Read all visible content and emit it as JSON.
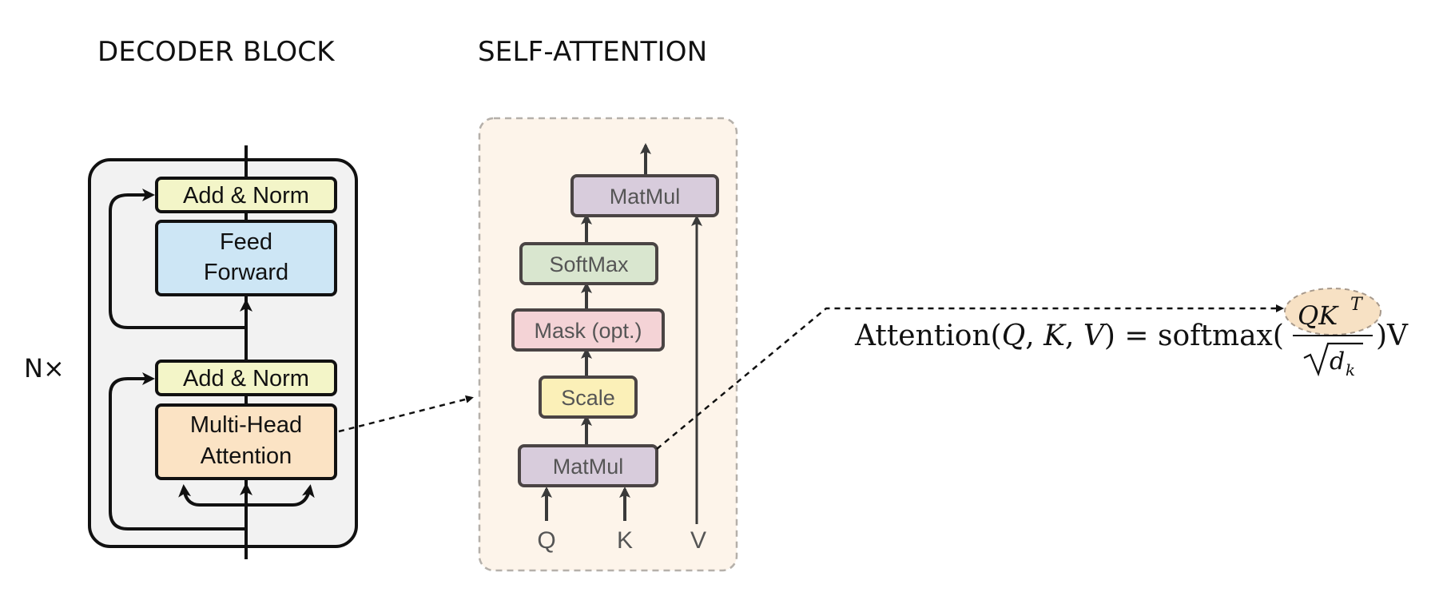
{
  "titles": {
    "decoder": "DECODER BLOCK",
    "self_attention": "SELF-ATTENTION"
  },
  "decoder": {
    "repeat_label": "N×",
    "add_norm_top": "Add & Norm",
    "feed_forward_line1": "Feed",
    "feed_forward_line2": "Forward",
    "add_norm_bottom": "Add & Norm",
    "mha_line1": "Multi-Head",
    "mha_line2": "Attention"
  },
  "self_attention": {
    "matmul_top": "MatMul",
    "softmax": "SoftMax",
    "mask": "Mask (opt.)",
    "scale": "Scale",
    "matmul_bottom": "MatMul",
    "input_q": "Q",
    "input_k": "K",
    "input_v": "V"
  },
  "formula": {
    "lhs": "Attention",
    "open_paren": "(",
    "q": "Q",
    "comma1": ", ",
    "k": "K",
    "comma2": ", ",
    "v": "V",
    "close_paren": ")",
    "equals": " = ",
    "softmax": "softmax",
    "numerator_q": "Q",
    "numerator_k": "K",
    "superscript_t": "T",
    "denominator_d": "d",
    "denominator_k": "k",
    "tail": ")V"
  },
  "colors": {
    "add_norm": "#f3f5c8",
    "feed_forward": "#cde6f5",
    "multi_head": "#fbe3c4",
    "decoder_bg": "#f2f2f2",
    "sa_bg": "#fdf4ea",
    "sa_matmul": "#d8ccdc",
    "sa_softmax": "#d9e6cf",
    "sa_mask": "#f4d3d6",
    "sa_scale": "#fbf0b8",
    "qk_highlight": "#f7e1c4"
  }
}
